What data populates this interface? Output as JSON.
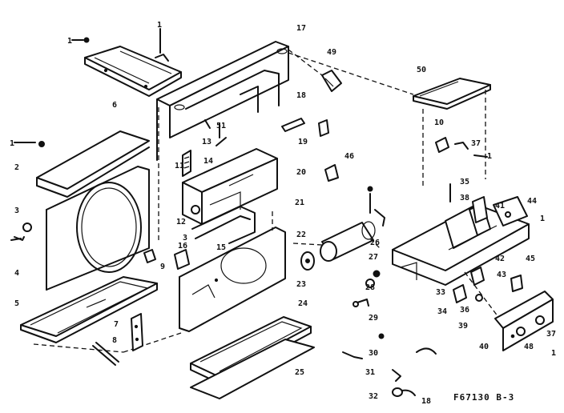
{
  "drawing_code": "F67130 B-3",
  "labels": {
    "l1a": "1",
    "l1b": "1",
    "l1c": "1",
    "l1d": "1",
    "l1e": "1",
    "l1f": "1",
    "l2": "2",
    "l3": "3",
    "l3b": "3",
    "l4": "4",
    "l5": "5",
    "l6": "6",
    "l7": "7",
    "l8": "8",
    "l9": "9",
    "l10": "10",
    "l11": "11",
    "l12": "12",
    "l13": "13",
    "l14": "14",
    "l15": "15",
    "l16": "16",
    "l17": "17",
    "l18": "18",
    "l18b": "18",
    "l19": "19",
    "l20": "20",
    "l21": "21",
    "l22": "22",
    "l23": "23",
    "l24": "24",
    "l25": "25",
    "l26": "26",
    "l27": "27",
    "l28": "28",
    "l29": "29",
    "l30": "30",
    "l31": "31",
    "l32": "32",
    "l33": "33",
    "l34": "34",
    "l35": "35",
    "l36": "36",
    "l37": "37",
    "l37b": "37",
    "l38": "38",
    "l39": "39",
    "l40": "40",
    "l41": "41",
    "l42": "42",
    "l43": "43",
    "l44": "44",
    "l45": "45",
    "l46": "46",
    "l48": "48",
    "l49": "49",
    "l50": "50",
    "l51": "51"
  }
}
